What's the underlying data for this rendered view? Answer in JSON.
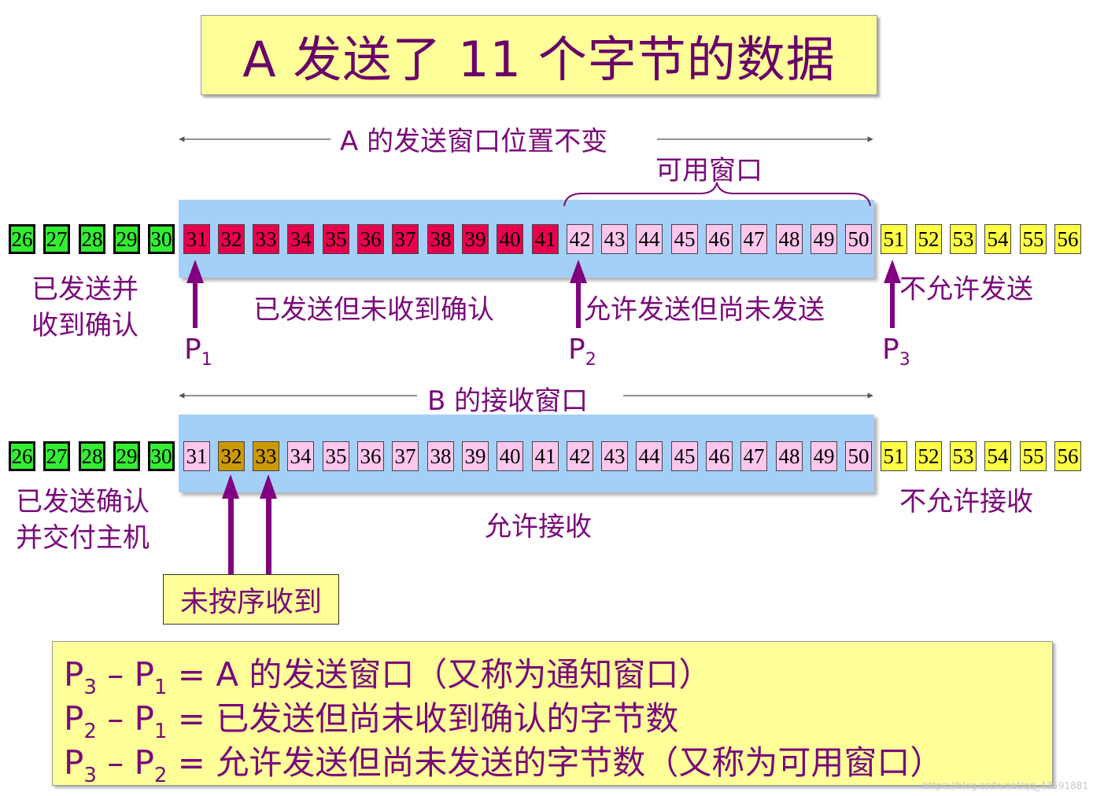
{
  "title": "A 发送了 11 个字节的数据",
  "sender": {
    "window_label": "A 的发送窗口位置不变",
    "usable_window_label": "可用窗口",
    "acked": [
      26,
      27,
      28,
      29,
      30
    ],
    "sent_unacked": [
      31,
      32,
      33,
      34,
      35,
      36,
      37,
      38,
      39,
      40,
      41
    ],
    "sendable": [
      42,
      43,
      44,
      45,
      46,
      47,
      48,
      49,
      50
    ],
    "not_allowed": [
      51,
      52,
      53,
      54,
      55,
      56
    ],
    "label_acked_line1": "已发送并",
    "label_acked_line2": "收到确认",
    "label_sent_unacked": "已发送但未收到确认",
    "label_sendable": "允许发送但尚未发送",
    "label_not_allowed": "不允许发送"
  },
  "pointers": {
    "p1": {
      "base": "P",
      "sub": "1"
    },
    "p2": {
      "base": "P",
      "sub": "2"
    },
    "p3": {
      "base": "P",
      "sub": "3"
    }
  },
  "receiver": {
    "window_label": "B 的接收窗口",
    "delivered": [
      26,
      27,
      28,
      29,
      30
    ],
    "window": [
      31,
      32,
      33,
      34,
      35,
      36,
      37,
      38,
      39,
      40,
      41,
      42,
      43,
      44,
      45,
      46,
      47,
      48,
      49,
      50
    ],
    "out_of_order": [
      32,
      33
    ],
    "not_allowed": [
      51,
      52,
      53,
      54,
      55,
      56
    ],
    "label_delivered_line1": "已发送确认",
    "label_delivered_line2": "并交付主机",
    "label_allowed": "允许接收",
    "label_not_allowed": "不允许接收",
    "label_out_of_order": "未按序收到"
  },
  "formulas": [
    {
      "a": "P",
      "a_sub": "3",
      "b": "P",
      "b_sub": "1",
      "text": " = A 的发送窗口（又称为通知窗口）"
    },
    {
      "a": "P",
      "a_sub": "2",
      "b": "P",
      "b_sub": "1",
      "text": " = 已发送但尚未收到确认的字节数"
    },
    {
      "a": "P",
      "a_sub": "3",
      "b": "P",
      "b_sub": "2",
      "text": " = 允许发送但尚未发送的字节数（又称为可用窗口）"
    }
  ],
  "formula_minus": " – ",
  "watermark": "https://blog.csdn.net/qq_43591881",
  "colors": {
    "acked": "#33ee33",
    "sent_unacked": "#e8004e",
    "sendable": "#ffc6ee",
    "not_allowed": "#ffff44",
    "out_of_order": "#cc9900",
    "window_band": "#a4d0f7",
    "text": "#7a0a7a"
  }
}
